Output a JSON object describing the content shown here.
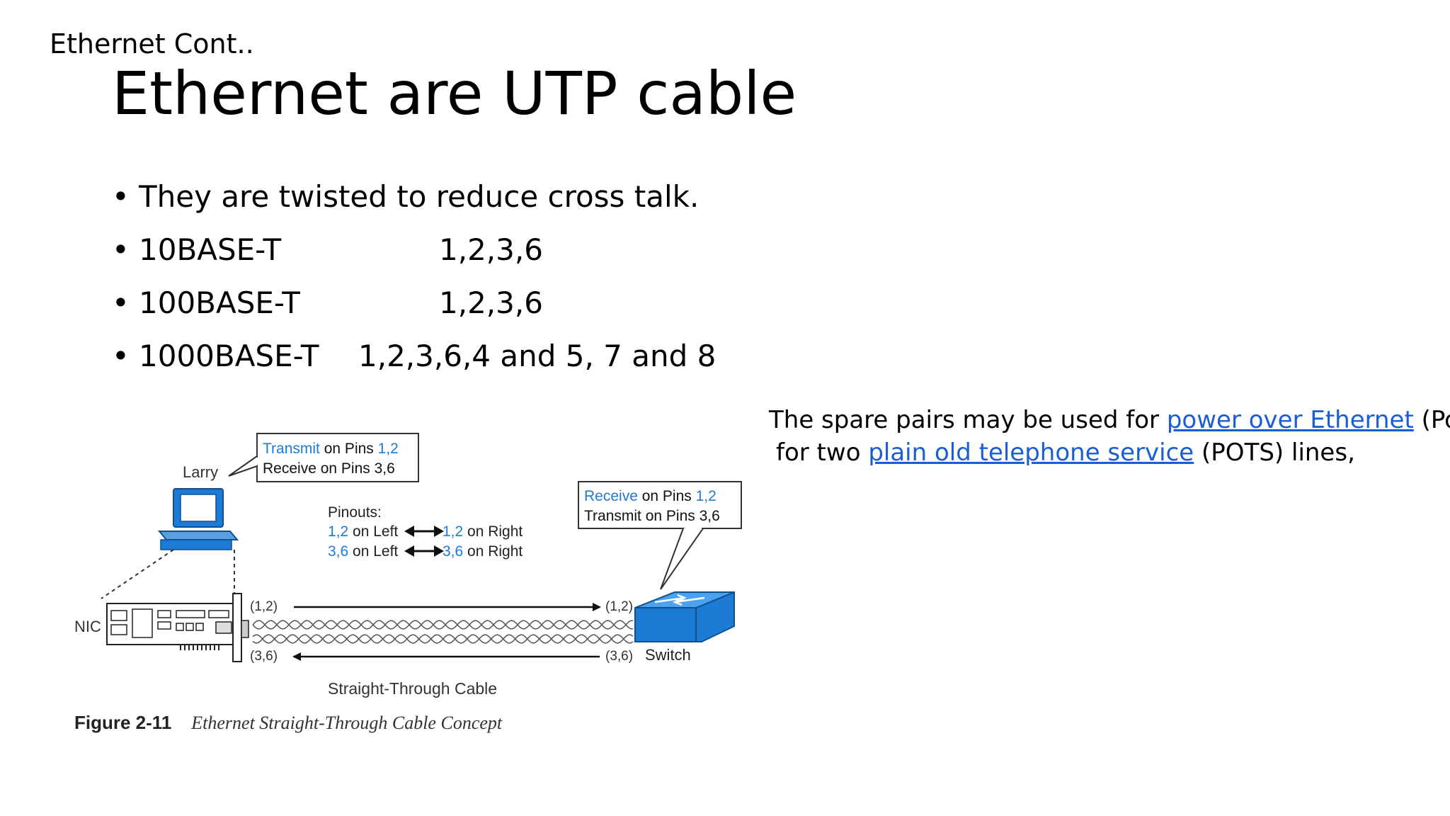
{
  "slide": {
    "header": "Ethernet Cont..",
    "title": "Ethernet are UTP cable"
  },
  "bullets": [
    {
      "label": "They are twisted to reduce cross talk.",
      "value": ""
    },
    {
      "label": "10BASE-T",
      "value": "1,2,3,6"
    },
    {
      "label": "100BASE-T",
      "value": "1,2,3,6"
    },
    {
      "label": "1000BASE-T",
      "value": "1,2,3,6,4 and 5, 7 and 8"
    }
  ],
  "bullet_symbol": "•",
  "note": {
    "line1_prefix": "The spare pairs may be used for ",
    "line1_link": "power over Ethernet",
    "line1_suffix": " (PoE),",
    "line2_prefix": "for two ",
    "line2_link": "plain old telephone service",
    "line2_suffix": " (POTS) lines,",
    "link_color": "#1a5ed6"
  },
  "figure": {
    "pc_label": "Larry",
    "pc_box_line1_word": "Transmit",
    "pc_box_line1_rest": " on Pins ",
    "pc_box_line1_pins": "1,2",
    "pc_box_line2": "Receive on Pins 3,6",
    "switch_box_line1_word": "Receive",
    "switch_box_line1_rest": " on Pins ",
    "switch_box_line1_pins": "1,2",
    "switch_box_line2": "Transmit on Pins 3,6",
    "pinouts_title": "Pinouts:",
    "pinout1_left": "1,2",
    "pinout1_left_rest": " on Left",
    "pinout1_right": "1,2",
    "pinout1_right_rest": " on Right",
    "pinout2_left": "3,6",
    "pinout2_left_rest": " on Left",
    "pinout2_right": "3,6",
    "pinout2_right_rest": " on Right",
    "nic_label": "NIC",
    "left_top_pins": "(1,2)",
    "left_bottom_pins": "(3,6)",
    "right_top_pins": "(1,2)",
    "right_bottom_pins": "(3,6)",
    "switch_label": "Switch",
    "cable_label": "Straight-Through Cable",
    "caption_number": "Figure 2-11",
    "caption_text": "Ethernet Straight-Through Cable Concept",
    "accent_color": "#1d7bd6"
  }
}
